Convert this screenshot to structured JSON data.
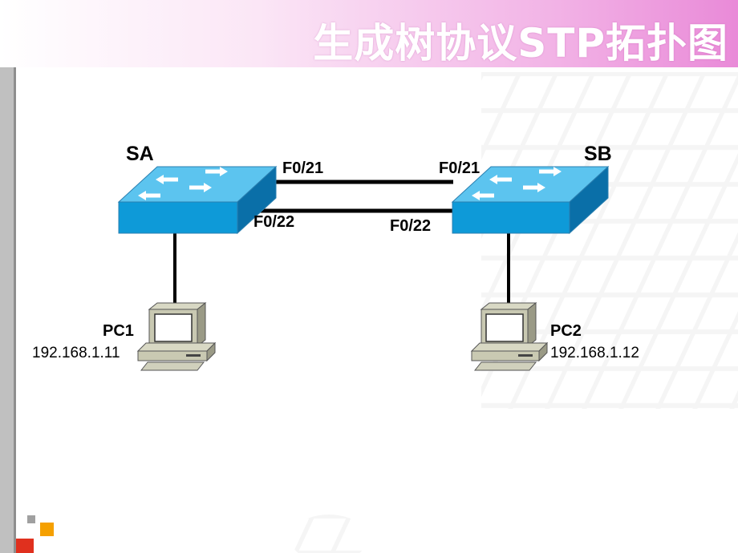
{
  "title": "生成树协议STP拓扑图",
  "switches": [
    {
      "label": "SA",
      "port_top": "F0/21",
      "port_bottom": "F0/22"
    },
    {
      "label": "SB",
      "port_top": "F0/21",
      "port_bottom": "F0/22"
    }
  ],
  "pcs": [
    {
      "label": "PC1",
      "ip": "192.168.1.11"
    },
    {
      "label": "PC2",
      "ip": "192.168.1.12"
    }
  ],
  "colors": {
    "switch_face": "#0e9ad8",
    "switch_top": "#5cc4ef",
    "link": "#000000",
    "deco_orange": "#f5a000",
    "deco_red": "#e0301e",
    "deco_gray": "#a0a0a0"
  }
}
